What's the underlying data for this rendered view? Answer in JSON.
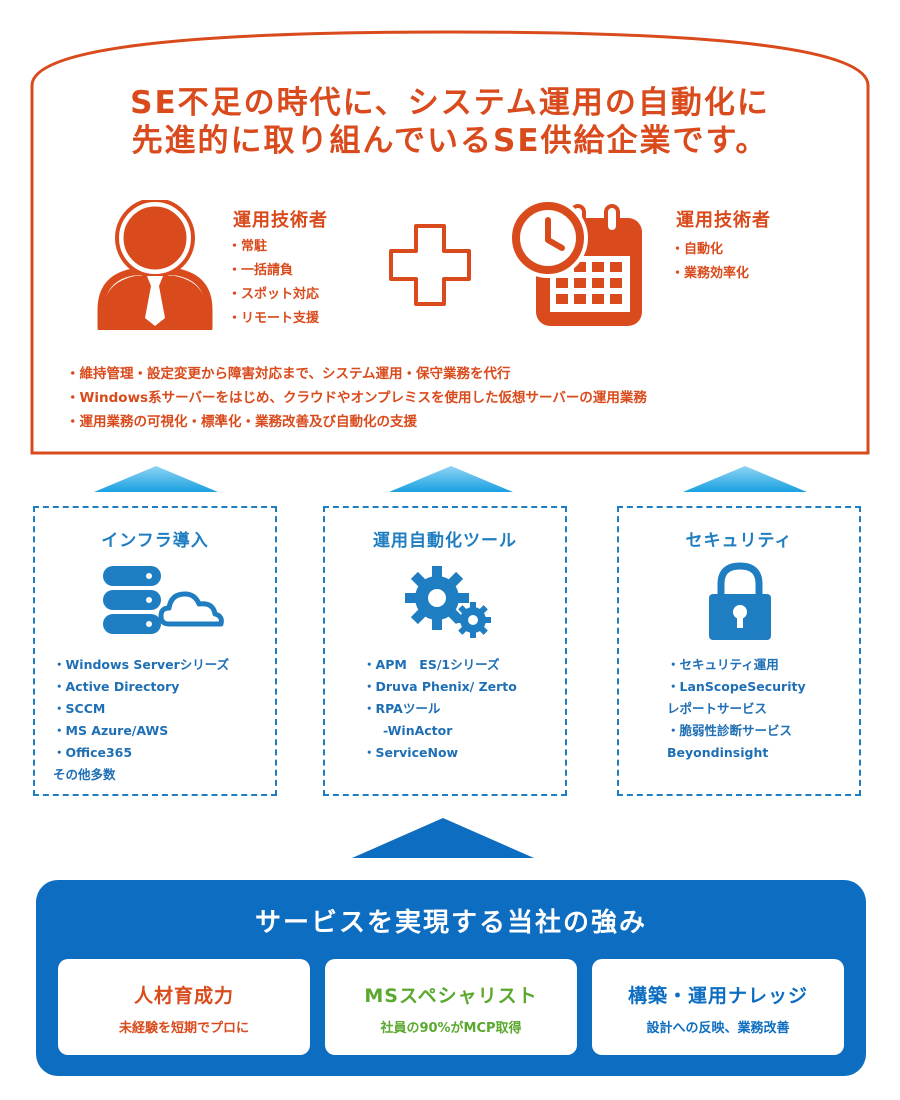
{
  "headline": {
    "line1": "SE不足の時代に、システム運用の自動化に",
    "line2": "先進的に取り組んでいるSE供給企業です。"
  },
  "left_role": {
    "title": "運用技術者",
    "items": [
      "常駐",
      "一括請負",
      "スポット対応",
      "リモート支援"
    ],
    "icon": "person-icon"
  },
  "right_role": {
    "title": "運用技術者",
    "items": [
      "自動化",
      "業務効率化"
    ],
    "icon": "calendar-clock-icon"
  },
  "summary_bullets": [
    "維持管理・設定変更から障害対応まで、システム運用・保守業務を代行",
    "Windows系サーバーをはじめ、クラウドやオンプレミスを使用した仮想サーバーの運用業務",
    "運用業務の可視化・標準化・業務改善及び自動化の支援"
  ],
  "services": [
    {
      "title": "インフラ導入",
      "icon": "database-cloud-icon",
      "items": [
        "Windows Serverシリーズ",
        "Active Directory",
        "SCCM",
        "MS Azure/AWS",
        "Office365"
      ],
      "extra": "その他多数"
    },
    {
      "title": "運用自動化ツール",
      "icon": "gears-icon",
      "items": [
        "APM　ES/1シリーズ",
        "Druva Phenix/ Zerto",
        "RPAツール",
        "ServiceNow"
      ],
      "sub": "-WinActor"
    },
    {
      "title": "セキュリティ",
      "icon": "padlock-icon",
      "items": [
        "セキュリティ運用",
        "LanScopeSecurity",
        "脆弱性診断サービス"
      ],
      "cont1": "レポートサービス",
      "cont2": "Beyondinsight"
    }
  ],
  "strengths": {
    "title": "サービスを実現する当社の強み",
    "cards": [
      {
        "title": "人材育成力",
        "desc": "未経験を短期でプロに",
        "color": "#d94b1d"
      },
      {
        "title": "MSスペシャリスト",
        "desc": "社員の90%がMCP取得",
        "color": "#5aa82d"
      },
      {
        "title": "構築・運用ナレッジ",
        "desc": "設計への反映、業務改善",
        "color": "#0d6dc0"
      }
    ]
  },
  "colors": {
    "orange": "#d94b1d",
    "blue": "#1f7dc1",
    "dark_blue": "#0d6dc0",
    "green": "#5aa82d"
  }
}
